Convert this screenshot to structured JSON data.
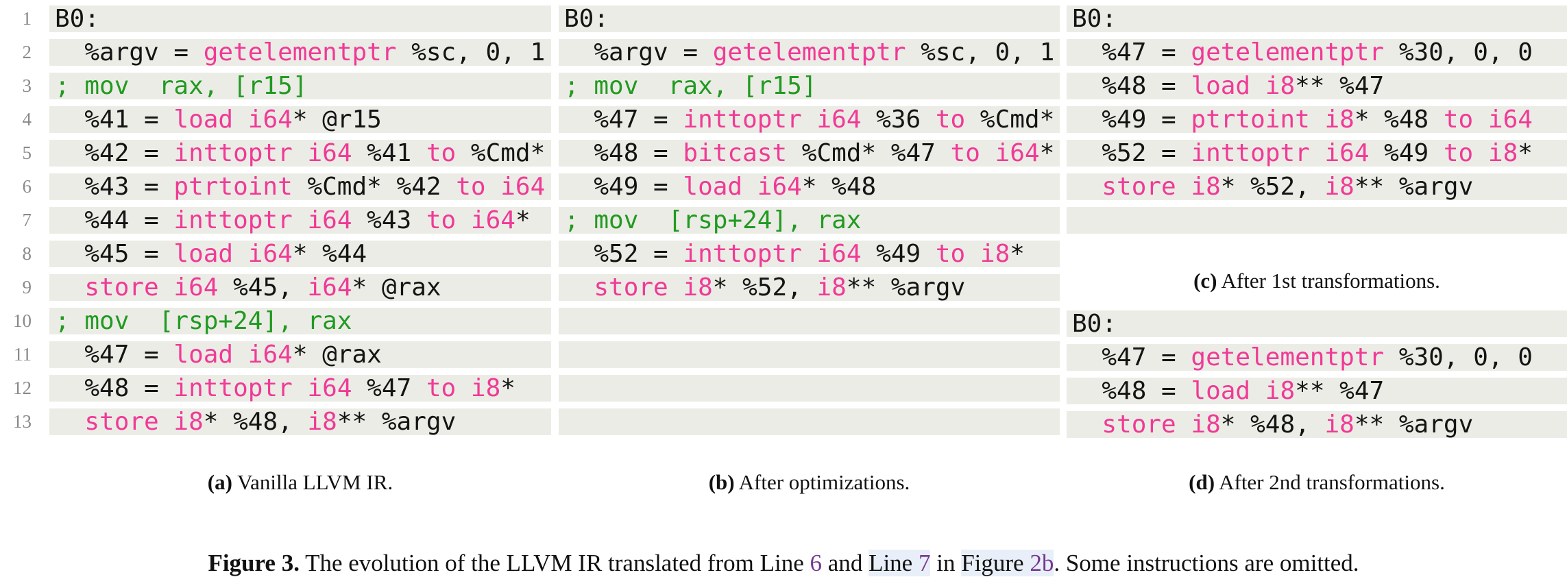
{
  "colors": {
    "keyword": "#F03A96",
    "comment": "#219A21",
    "code_text": "#141414",
    "row_bg": "#ECECE6",
    "line_number": "#8A8A8A",
    "link": "#76398F",
    "link_highlight_bg": "#E8EFF8",
    "page_bg": "#FFFFFF"
  },
  "line_numbers": [
    "1",
    "2",
    "3",
    "4",
    "5",
    "6",
    "7",
    "8",
    "9",
    "10",
    "11",
    "12",
    "13"
  ],
  "panels": {
    "a": {
      "caption": {
        "label": "(a)",
        "text": " Vanilla LLVM IR."
      },
      "lines": [
        [
          {
            "t": "B0:",
            "k": "pl"
          }
        ],
        [
          {
            "t": "  %argv = ",
            "k": "pl"
          },
          {
            "t": "getelementptr",
            "k": "kw"
          },
          {
            "t": " %sc, 0, 1",
            "k": "pl"
          }
        ],
        [
          {
            "t": "; mov  rax, [r15]",
            "k": "cm"
          }
        ],
        [
          {
            "t": "  %41 = ",
            "k": "pl"
          },
          {
            "t": "load",
            "k": "kw"
          },
          {
            "t": " ",
            "k": "pl"
          },
          {
            "t": "i64",
            "k": "kw"
          },
          {
            "t": "* @r15",
            "k": "pl"
          }
        ],
        [
          {
            "t": "  %42 = ",
            "k": "pl"
          },
          {
            "t": "inttoptr",
            "k": "kw"
          },
          {
            "t": " ",
            "k": "pl"
          },
          {
            "t": "i64",
            "k": "kw"
          },
          {
            "t": " %41 ",
            "k": "pl"
          },
          {
            "t": "to",
            "k": "kw"
          },
          {
            "t": " %Cmd*",
            "k": "pl"
          }
        ],
        [
          {
            "t": "  %43 = ",
            "k": "pl"
          },
          {
            "t": "ptrtoint",
            "k": "kw"
          },
          {
            "t": " %Cmd* %42 ",
            "k": "pl"
          },
          {
            "t": "to",
            "k": "kw"
          },
          {
            "t": " ",
            "k": "pl"
          },
          {
            "t": "i64",
            "k": "kw"
          }
        ],
        [
          {
            "t": "  %44 = ",
            "k": "pl"
          },
          {
            "t": "inttoptr",
            "k": "kw"
          },
          {
            "t": " ",
            "k": "pl"
          },
          {
            "t": "i64",
            "k": "kw"
          },
          {
            "t": " %43 ",
            "k": "pl"
          },
          {
            "t": "to",
            "k": "kw"
          },
          {
            "t": " ",
            "k": "pl"
          },
          {
            "t": "i64",
            "k": "kw"
          },
          {
            "t": "*",
            "k": "pl"
          }
        ],
        [
          {
            "t": "  %45 = ",
            "k": "pl"
          },
          {
            "t": "load",
            "k": "kw"
          },
          {
            "t": " ",
            "k": "pl"
          },
          {
            "t": "i64",
            "k": "kw"
          },
          {
            "t": "* %44",
            "k": "pl"
          }
        ],
        [
          {
            "t": "  ",
            "k": "pl"
          },
          {
            "t": "store",
            "k": "kw"
          },
          {
            "t": " ",
            "k": "pl"
          },
          {
            "t": "i64",
            "k": "kw"
          },
          {
            "t": " %45, ",
            "k": "pl"
          },
          {
            "t": "i64",
            "k": "kw"
          },
          {
            "t": "* @rax",
            "k": "pl"
          }
        ],
        [
          {
            "t": "; mov  [rsp+24], rax",
            "k": "cm"
          }
        ],
        [
          {
            "t": "  %47 = ",
            "k": "pl"
          },
          {
            "t": "load",
            "k": "kw"
          },
          {
            "t": " ",
            "k": "pl"
          },
          {
            "t": "i64",
            "k": "kw"
          },
          {
            "t": "* @rax",
            "k": "pl"
          }
        ],
        [
          {
            "t": "  %48 = ",
            "k": "pl"
          },
          {
            "t": "inttoptr",
            "k": "kw"
          },
          {
            "t": " ",
            "k": "pl"
          },
          {
            "t": "i64",
            "k": "kw"
          },
          {
            "t": " %47 ",
            "k": "pl"
          },
          {
            "t": "to",
            "k": "kw"
          },
          {
            "t": " ",
            "k": "pl"
          },
          {
            "t": "i8",
            "k": "kw"
          },
          {
            "t": "*",
            "k": "pl"
          }
        ],
        [
          {
            "t": "  ",
            "k": "pl"
          },
          {
            "t": "store",
            "k": "kw"
          },
          {
            "t": " ",
            "k": "pl"
          },
          {
            "t": "i8",
            "k": "kw"
          },
          {
            "t": "* %48, ",
            "k": "pl"
          },
          {
            "t": "i8",
            "k": "kw"
          },
          {
            "t": "** %argv",
            "k": "pl"
          }
        ]
      ]
    },
    "b": {
      "caption": {
        "label": "(b)",
        "text": " After optimizations."
      },
      "lines": [
        [
          {
            "t": "B0:",
            "k": "pl"
          }
        ],
        [
          {
            "t": "  %argv = ",
            "k": "pl"
          },
          {
            "t": "getelementptr",
            "k": "kw"
          },
          {
            "t": " %sc, 0, 1",
            "k": "pl"
          }
        ],
        [
          {
            "t": "; mov  rax, [r15]",
            "k": "cm"
          }
        ],
        [
          {
            "t": "  %47 = ",
            "k": "pl"
          },
          {
            "t": "inttoptr",
            "k": "kw"
          },
          {
            "t": " ",
            "k": "pl"
          },
          {
            "t": "i64",
            "k": "kw"
          },
          {
            "t": " %36 ",
            "k": "pl"
          },
          {
            "t": "to",
            "k": "kw"
          },
          {
            "t": " %Cmd*",
            "k": "pl"
          }
        ],
        [
          {
            "t": "  %48 = ",
            "k": "pl"
          },
          {
            "t": "bitcast",
            "k": "kw"
          },
          {
            "t": " %Cmd* %47 ",
            "k": "pl"
          },
          {
            "t": "to",
            "k": "kw"
          },
          {
            "t": " ",
            "k": "pl"
          },
          {
            "t": "i64",
            "k": "kw"
          },
          {
            "t": "*",
            "k": "pl"
          }
        ],
        [
          {
            "t": "  %49 = ",
            "k": "pl"
          },
          {
            "t": "load",
            "k": "kw"
          },
          {
            "t": " ",
            "k": "pl"
          },
          {
            "t": "i64",
            "k": "kw"
          },
          {
            "t": "* %48",
            "k": "pl"
          }
        ],
        [
          {
            "t": "; mov  [rsp+24], rax",
            "k": "cm"
          }
        ],
        [
          {
            "t": "  %52 = ",
            "k": "pl"
          },
          {
            "t": "inttoptr",
            "k": "kw"
          },
          {
            "t": " ",
            "k": "pl"
          },
          {
            "t": "i64",
            "k": "kw"
          },
          {
            "t": " %49 ",
            "k": "pl"
          },
          {
            "t": "to",
            "k": "kw"
          },
          {
            "t": " ",
            "k": "pl"
          },
          {
            "t": "i8",
            "k": "kw"
          },
          {
            "t": "*",
            "k": "pl"
          }
        ],
        [
          {
            "t": "  ",
            "k": "pl"
          },
          {
            "t": "store",
            "k": "kw"
          },
          {
            "t": " ",
            "k": "pl"
          },
          {
            "t": "i8",
            "k": "kw"
          },
          {
            "t": "* %52, ",
            "k": "pl"
          },
          {
            "t": "i8",
            "k": "kw"
          },
          {
            "t": "** %argv",
            "k": "pl"
          }
        ],
        [],
        [],
        [],
        []
      ]
    },
    "c": {
      "caption": {
        "label": "(c)",
        "text": " After 1st transformations."
      },
      "lines": [
        [
          {
            "t": "B0:",
            "k": "pl"
          }
        ],
        [
          {
            "t": "  %47 = ",
            "k": "pl"
          },
          {
            "t": "getelementptr",
            "k": "kw"
          },
          {
            "t": " %30, 0, 0",
            "k": "pl"
          }
        ],
        [
          {
            "t": "  %48 = ",
            "k": "pl"
          },
          {
            "t": "load",
            "k": "kw"
          },
          {
            "t": " ",
            "k": "pl"
          },
          {
            "t": "i8",
            "k": "kw"
          },
          {
            "t": "** %47",
            "k": "pl"
          }
        ],
        [
          {
            "t": "  %49 = ",
            "k": "pl"
          },
          {
            "t": "ptrtoint",
            "k": "kw"
          },
          {
            "t": " ",
            "k": "pl"
          },
          {
            "t": "i8",
            "k": "kw"
          },
          {
            "t": "* %48 ",
            "k": "pl"
          },
          {
            "t": "to",
            "k": "kw"
          },
          {
            "t": " ",
            "k": "pl"
          },
          {
            "t": "i64",
            "k": "kw"
          }
        ],
        [
          {
            "t": "  %52 = ",
            "k": "pl"
          },
          {
            "t": "inttoptr",
            "k": "kw"
          },
          {
            "t": " ",
            "k": "pl"
          },
          {
            "t": "i64",
            "k": "kw"
          },
          {
            "t": " %49 ",
            "k": "pl"
          },
          {
            "t": "to",
            "k": "kw"
          },
          {
            "t": " ",
            "k": "pl"
          },
          {
            "t": "i8",
            "k": "kw"
          },
          {
            "t": "*",
            "k": "pl"
          }
        ],
        [
          {
            "t": "  ",
            "k": "pl"
          },
          {
            "t": "store",
            "k": "kw"
          },
          {
            "t": " ",
            "k": "pl"
          },
          {
            "t": "i8",
            "k": "kw"
          },
          {
            "t": "* %52, ",
            "k": "pl"
          },
          {
            "t": "i8",
            "k": "kw"
          },
          {
            "t": "** %argv",
            "k": "pl"
          }
        ],
        []
      ]
    },
    "d": {
      "caption": {
        "label": "(d)",
        "text": " After 2nd transformations."
      },
      "lines": [
        [
          {
            "t": "B0:",
            "k": "pl"
          }
        ],
        [
          {
            "t": "  %47 = ",
            "k": "pl"
          },
          {
            "t": "getelementptr",
            "k": "kw"
          },
          {
            "t": " %30, 0, 0",
            "k": "pl"
          }
        ],
        [
          {
            "t": "  %48 = ",
            "k": "pl"
          },
          {
            "t": "load",
            "k": "kw"
          },
          {
            "t": " ",
            "k": "pl"
          },
          {
            "t": "i8",
            "k": "kw"
          },
          {
            "t": "** %47",
            "k": "pl"
          }
        ],
        [
          {
            "t": "  ",
            "k": "pl"
          },
          {
            "t": "store",
            "k": "kw"
          },
          {
            "t": " ",
            "k": "pl"
          },
          {
            "t": "i8",
            "k": "kw"
          },
          {
            "t": "* %48, ",
            "k": "pl"
          },
          {
            "t": "i8",
            "k": "kw"
          },
          {
            "t": "** %argv",
            "k": "pl"
          }
        ]
      ]
    }
  },
  "figure_caption": {
    "segments": [
      {
        "text": "Figure 3.",
        "bold": true
      },
      {
        "text": " The evolution of the LLVM IR translated from Line "
      },
      {
        "text": "6",
        "link": true
      },
      {
        "text": " and "
      },
      {
        "text": "Line ",
        "highlight": true
      },
      {
        "text": "7",
        "link": true,
        "highlight": true
      },
      {
        "text": " in "
      },
      {
        "text": "Figure ",
        "highlight": true
      },
      {
        "text": "2b",
        "link": true,
        "highlight": true
      },
      {
        "text": ". Some instructions are omitted."
      }
    ]
  }
}
